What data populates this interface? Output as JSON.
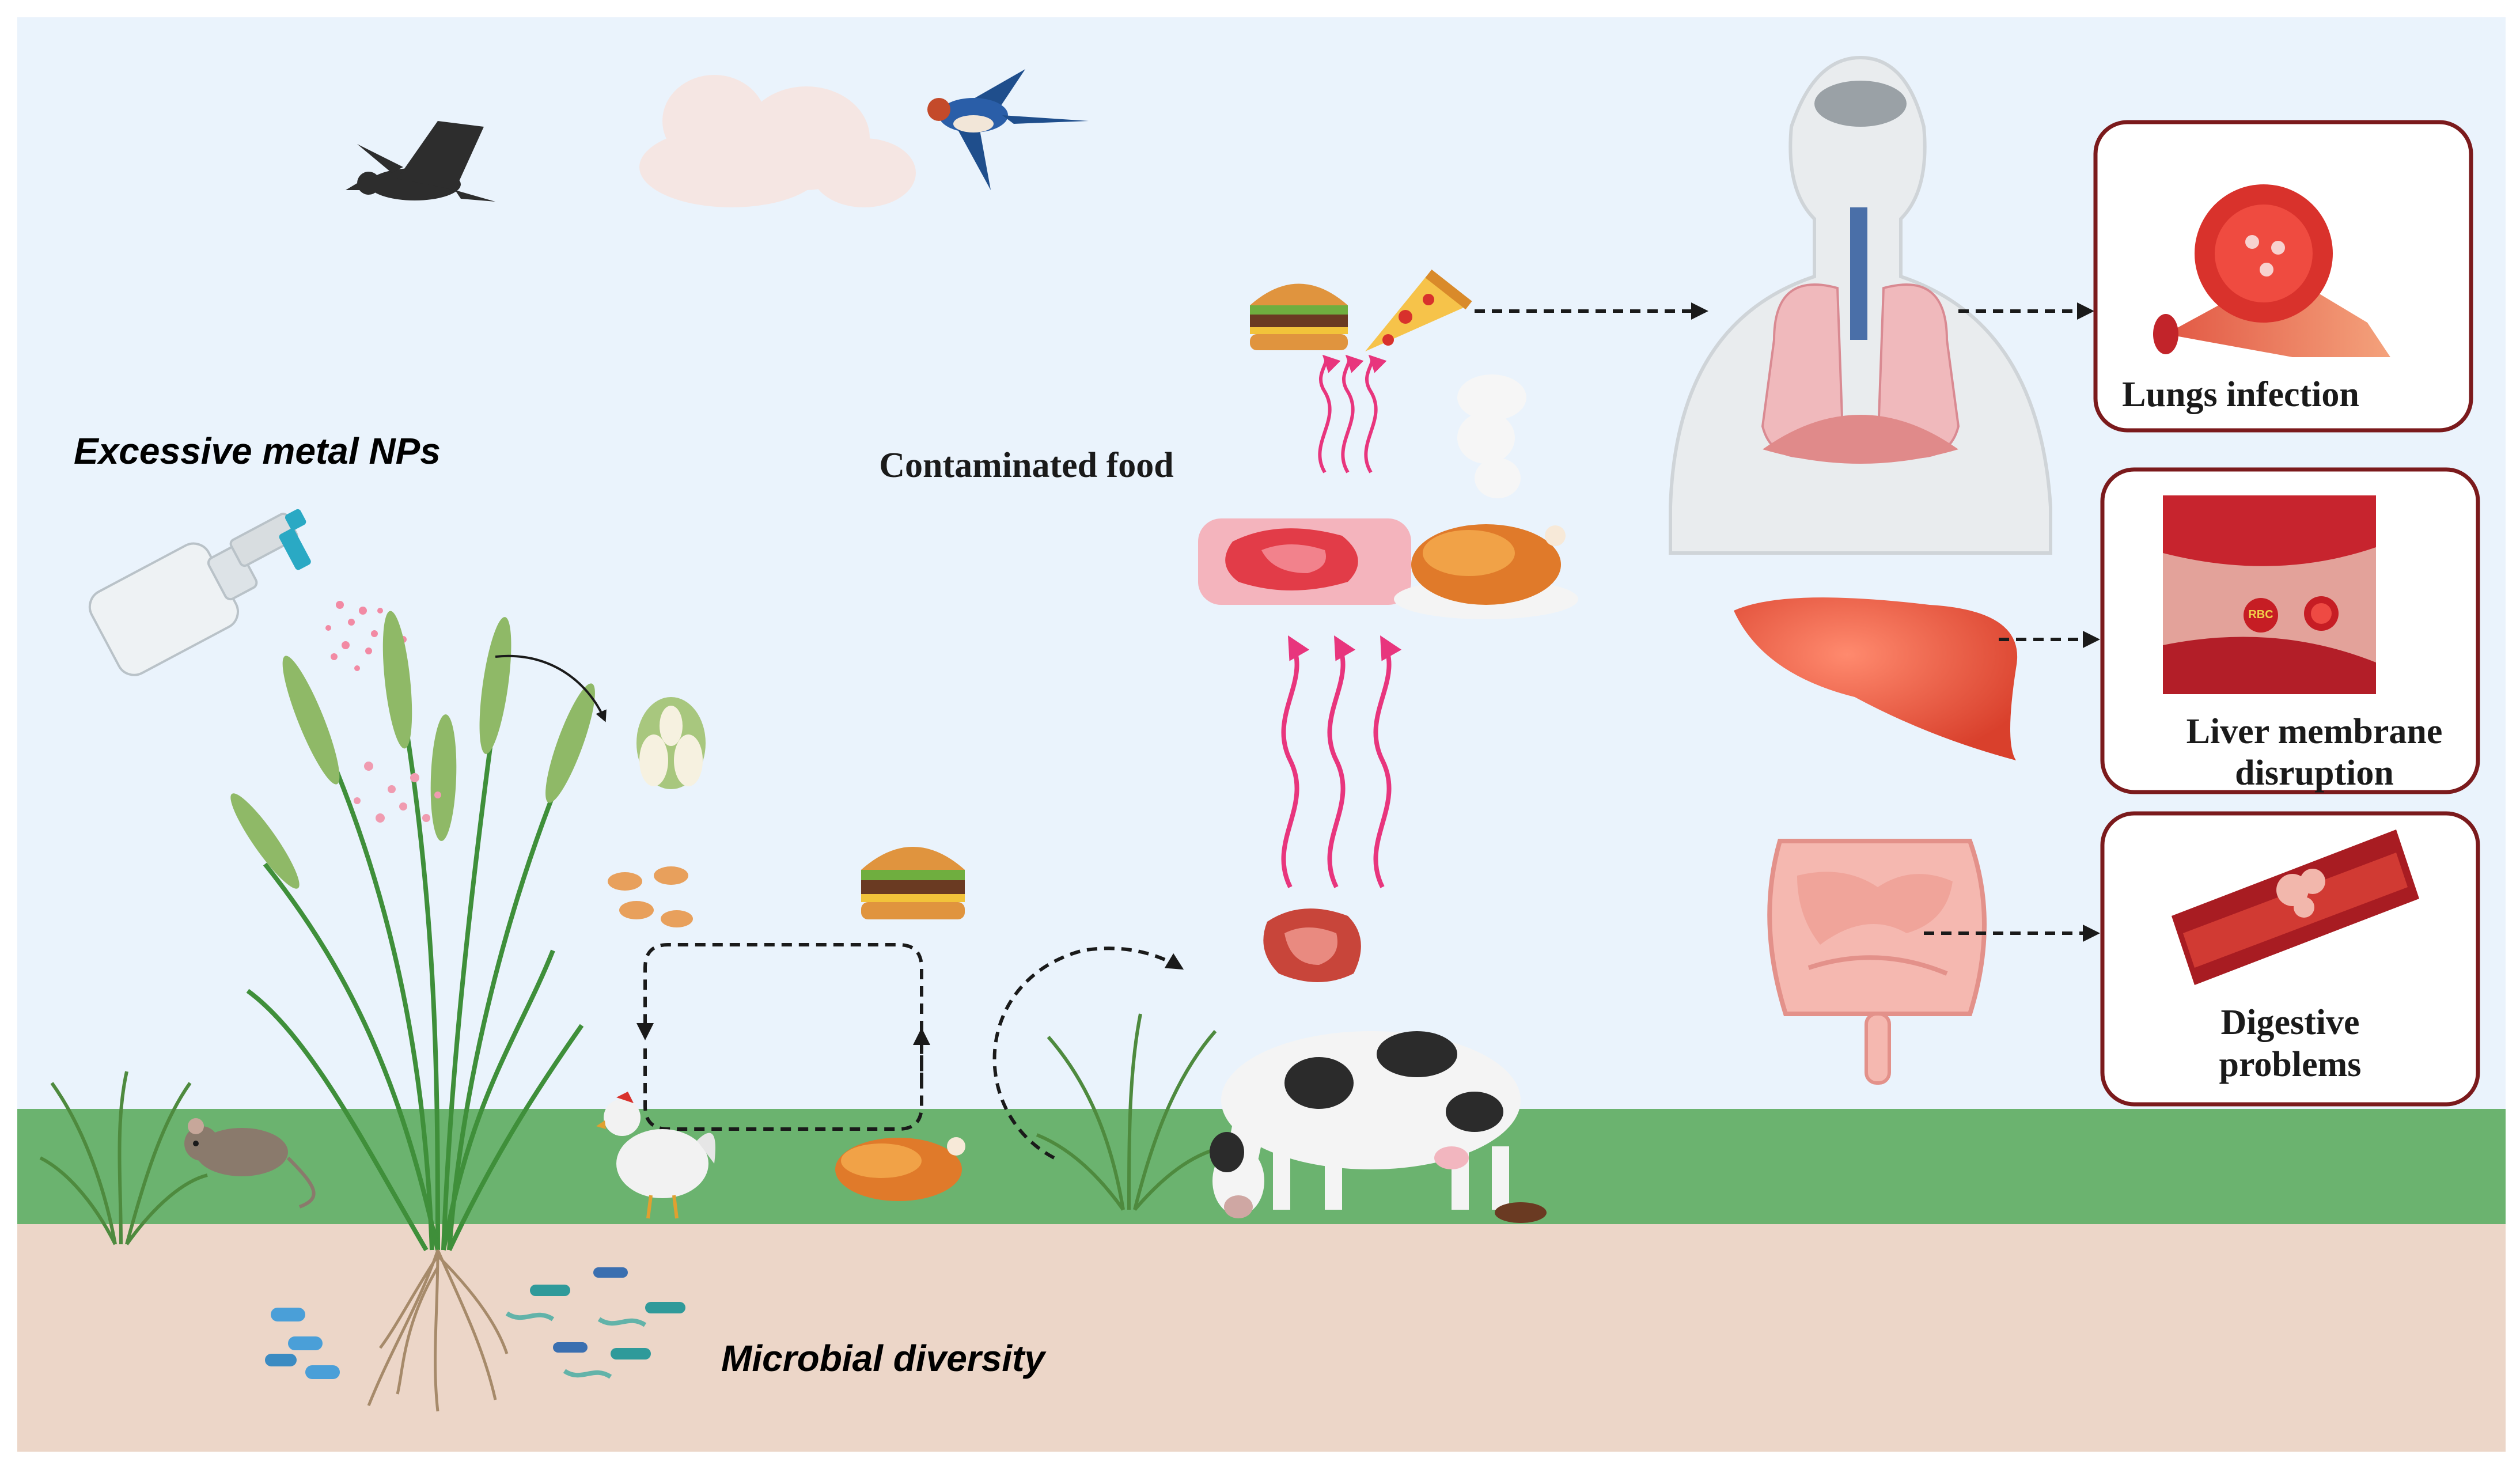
{
  "labels": {
    "excessive": "Excessive metal NPs",
    "microbial": "Microbial diversity",
    "contaminated": "Contaminated food",
    "lungs": "Lungs infection",
    "liver_line1": "Liver membrane",
    "liver_line2": "disruption",
    "digestive_line1": "Digestive",
    "digestive_line2": "problems",
    "rbc": "RBC"
  },
  "colors": {
    "sky": "#eaf3fc",
    "grass": "#6bb36f",
    "soil": "#ecd6c8",
    "label_red": "#d8312c",
    "box_border": "#7b1a1c",
    "arrow_pink": "#e8357d",
    "arrow_dark": "#1a1a1a"
  },
  "icons": [
    "spray-bottle-icon",
    "wheat-plant-icon",
    "grain-head-icon",
    "seeds-icon",
    "hen-icon",
    "roast-chicken-icon",
    "burger-icon",
    "pizza-icon",
    "meat-tray-icon",
    "steak-icon",
    "cow-icon",
    "mouse-icon",
    "crow-icon",
    "swallow-icon",
    "cloud-icon",
    "bacteria-icon",
    "human-lungs-icon",
    "blood-vessel-icon",
    "liver-icon",
    "liver-membrane-icon",
    "intestine-icon",
    "digestive-tissue-icon"
  ]
}
